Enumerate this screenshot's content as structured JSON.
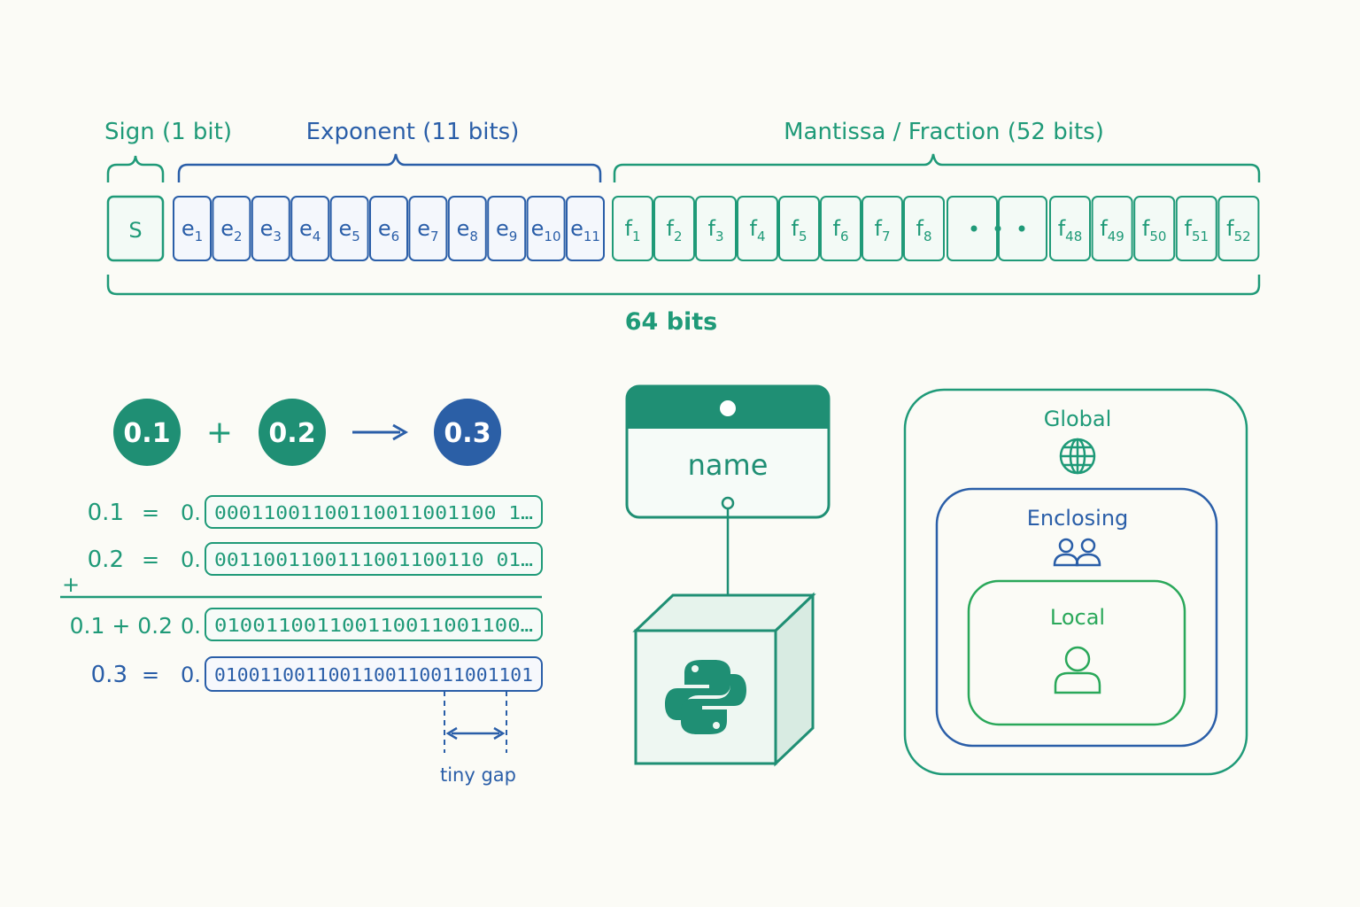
{
  "colors": {
    "background": "#fbfbf6",
    "green": "#1f9a78",
    "blue": "#2a5ea8",
    "bright_green": "#2aa85a",
    "cell_fill_green": "#f3faf6",
    "cell_fill_blue": "#f4f7fc",
    "circle_green": "#1f8f74",
    "circle_blue": "#2b5fa6"
  },
  "layout_ieee": {
    "sign_label": "Sign (1 bit)",
    "exponent_label": "Exponent (11 bits)",
    "mantissa_label": "Mantissa / Fraction (52 bits)",
    "total_label": "64 bits",
    "sign_cell": "S",
    "exponent_cells": [
      {
        "base": "e",
        "sub": "1"
      },
      {
        "base": "e",
        "sub": "2"
      },
      {
        "base": "e",
        "sub": "3"
      },
      {
        "base": "e",
        "sub": "4"
      },
      {
        "base": "e",
        "sub": "5"
      },
      {
        "base": "e",
        "sub": "6"
      },
      {
        "base": "e",
        "sub": "7"
      },
      {
        "base": "e",
        "sub": "8"
      },
      {
        "base": "e",
        "sub": "9"
      },
      {
        "base": "e",
        "sub": "10"
      },
      {
        "base": "e",
        "sub": "11"
      }
    ],
    "fraction_cells_start": [
      {
        "base": "f",
        "sub": "1"
      },
      {
        "base": "f",
        "sub": "2"
      },
      {
        "base": "f",
        "sub": "3"
      },
      {
        "base": "f",
        "sub": "4"
      },
      {
        "base": "f",
        "sub": "5"
      },
      {
        "base": "f",
        "sub": "6"
      },
      {
        "base": "f",
        "sub": "7"
      },
      {
        "base": "f",
        "sub": "8"
      }
    ],
    "fraction_cells_end": [
      {
        "base": "f",
        "sub": "48"
      },
      {
        "base": "f",
        "sub": "49"
      },
      {
        "base": "f",
        "sub": "50"
      },
      {
        "base": "f",
        "sub": "51"
      },
      {
        "base": "f",
        "sub": "52"
      }
    ]
  },
  "float_sum": {
    "operand_a": "0.1",
    "plus": "+",
    "operand_b": "0.2",
    "result": "0.3",
    "rows": [
      {
        "lhs": "0.1",
        "eq": "=",
        "prefix": "0.",
        "bits": "00011001100110011001100 1…",
        "color": "green"
      },
      {
        "lhs": "0.2",
        "eq": "=",
        "prefix": "0.",
        "bits": "0011001100111001100110 01…",
        "color": "green"
      },
      {
        "lhs": "0.1 + 0.2",
        "eq": "=",
        "prefix": "0.",
        "bits": "010011001100110011001100…",
        "color": "green"
      },
      {
        "lhs": "0.3",
        "eq": "=",
        "prefix": "0.",
        "bits": "0100110011001100110011001101",
        "color": "blue"
      }
    ],
    "add_sign": "+",
    "gap_label": "tiny gap"
  },
  "name_binding": {
    "name_label": "name",
    "object_icon": "python-logo-icon"
  },
  "scopes": {
    "global_label": "Global",
    "global_icon": "globe-icon",
    "enclosing_label": "Enclosing",
    "enclosing_icon": "users-icon",
    "local_label": "Local",
    "local_icon": "user-icon"
  }
}
